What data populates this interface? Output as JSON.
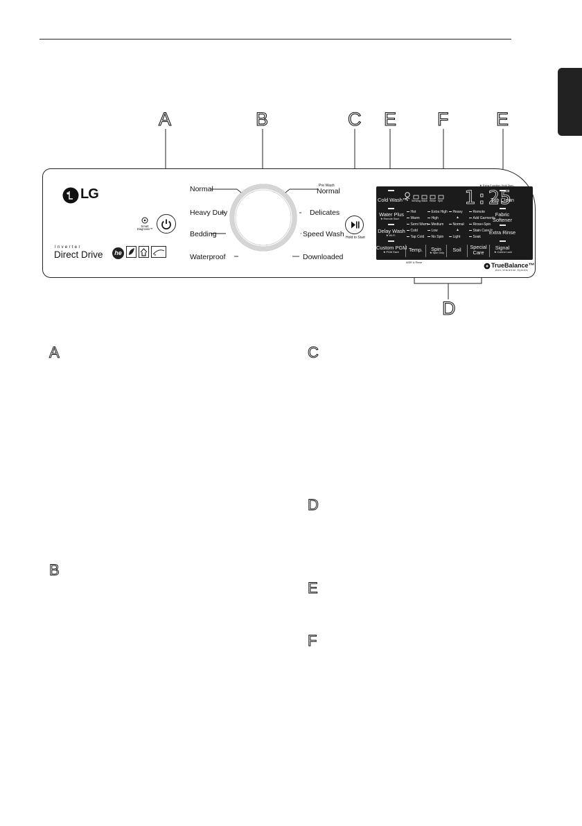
{
  "callouts": {
    "A": "A",
    "B": "B",
    "C": "C",
    "E1": "E",
    "F": "F",
    "E2": "E",
    "D": "D"
  },
  "brand": {
    "logo_text": "LG"
  },
  "badge": {
    "line1": "Inverter",
    "line2": "Direct Drive",
    "he": "he"
  },
  "power": {
    "smart_diagnosis": "Smart Diagnosis™"
  },
  "start": {
    "hold_label": "Hold to Start"
  },
  "cycles_left": [
    "Normal",
    "Heavy Duty",
    "Bedding",
    "Waterproof"
  ],
  "cycles_right": {
    "pre_wash": "Pre Wash",
    "normal": "Normal",
    "delicates": "Delicates",
    "speed_wash": "Speed Wash",
    "downloaded": "Downloaded"
  },
  "display": {
    "time": "1:25",
    "extra_function": "★ Extra Function Hold 3sec.",
    "status_icons": [
      "Sensing",
      "Wash",
      "Rinse",
      "Spin"
    ],
    "left_buttons": [
      {
        "label": "Cold Wash™",
        "sub": ""
      },
      {
        "label": "Water Plus",
        "sub": "★ Remote Start"
      },
      {
        "label": "Delay Wash",
        "sub": "★ Wi-Fi"
      },
      {
        "label": "Custom PGM",
        "sub": "★ PGM Save"
      }
    ],
    "right_buttons": [
      {
        "label": "Tub Clean",
        "label2": ""
      },
      {
        "label": "Fabric",
        "label2": "Softener"
      },
      {
        "label": "Extra Rinse",
        "label2": ""
      },
      {
        "label": "Signal",
        "label2": "★ Control Lock"
      }
    ],
    "temp_options": [
      "Hot",
      "Warm",
      "Semi Warm",
      "Cold",
      "Tap Cold"
    ],
    "spin_options": [
      "Extra High",
      "High",
      "Medium",
      "Low",
      "No Spin"
    ],
    "soil_options": [
      "Heavy",
      "Normal",
      "Light"
    ],
    "special_options": [
      "Remote",
      "Add Garments",
      "Rinse+Spin",
      "Stain Care™",
      "Soak"
    ],
    "bottom_buttons": [
      {
        "label": "Temp.",
        "sub": ""
      },
      {
        "label": "Spin",
        "sub": "★ Spin Only"
      },
      {
        "label": "Soil",
        "sub": ""
      },
      {
        "label": "Special",
        "label2": "Care",
        "sub": ""
      }
    ],
    "bottom_left_note": "AIDE & Rinse"
  },
  "truebalance": {
    "title": "TrueBalance™",
    "sub": "Anti-Vibration System"
  },
  "sections": {
    "A": "A",
    "B": "B",
    "C": "C",
    "D": "D",
    "E": "E",
    "F": "F"
  }
}
